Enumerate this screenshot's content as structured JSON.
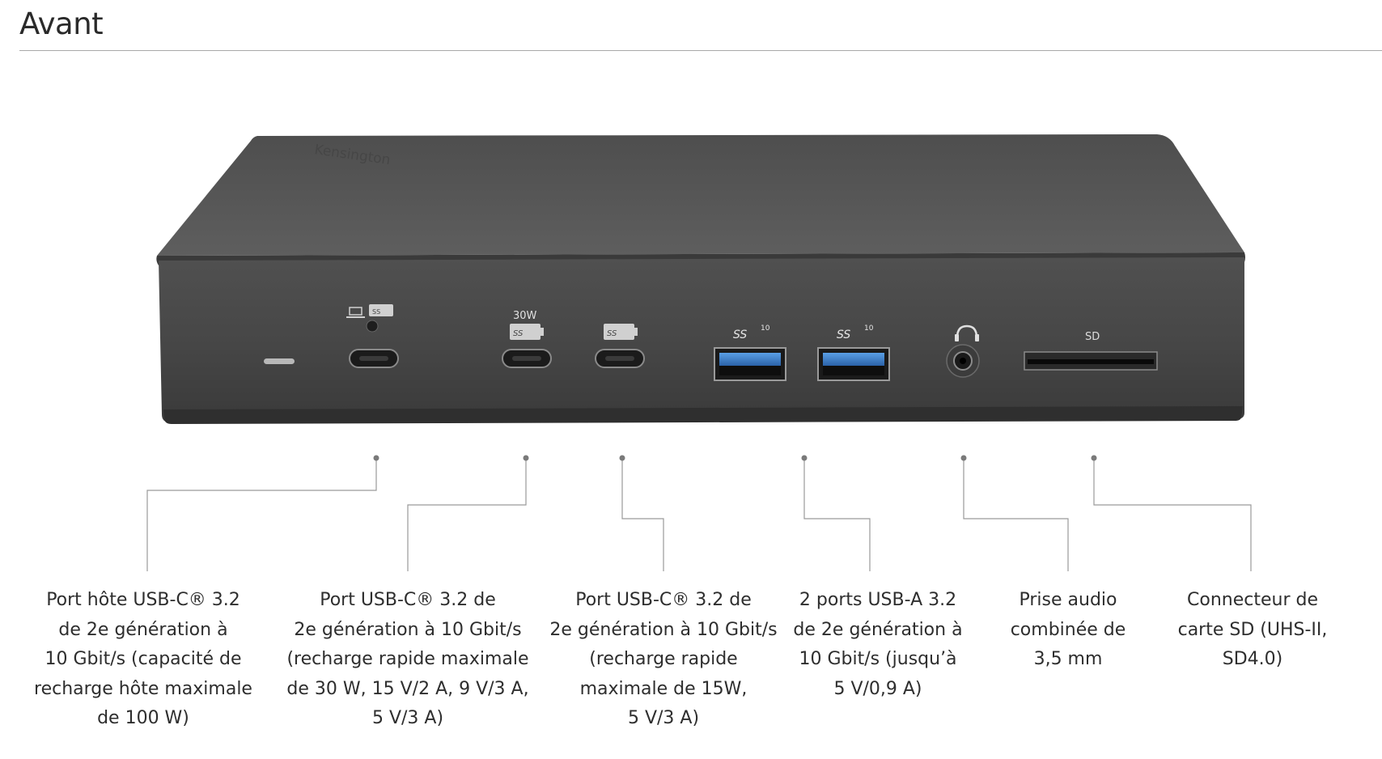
{
  "heading": "Avant",
  "device": {
    "brand": "Kensington",
    "port_marks": {
      "power_wattage": "30W",
      "ss_label": "SS",
      "ss_speed": "10",
      "sd_label": "SD"
    }
  },
  "callouts": [
    {
      "id": "usb-c-host",
      "text": "Port hôte USB-C® 3.2\nde 2e génération à\n10 Gbit/s (capacité de\nrecharge hôte maximale\nde 100 W)"
    },
    {
      "id": "usb-c-30w",
      "text": "Port USB-C® 3.2 de\n2e génération à 10 Gbit/s\n(recharge rapide maximale\nde 30 W, 15 V/2 A, 9 V/3 A,\n5 V/3 A)"
    },
    {
      "id": "usb-c-15w",
      "text": "Port USB-C® 3.2 de\n2e génération à 10 Gbit/s\n(recharge rapide\nmaximale de 15W,\n5 V/3 A)"
    },
    {
      "id": "usb-a",
      "text": "2 ports USB-A 3.2\nde 2e génération à\n10 Gbit/s (jusqu’à\n5 V/0,9 A)"
    },
    {
      "id": "audio",
      "text": "Prise audio\ncombinée de\n3,5 mm"
    },
    {
      "id": "sd",
      "text": "Connecteur de\ncarte SD (UHS-II,\nSD4.0)"
    }
  ],
  "colors": {
    "dock_top": "#5a5a5a",
    "dock_front": "#454545",
    "usb_a_blue": "#2f6fb8",
    "leader_line": "#9a9a9a"
  }
}
